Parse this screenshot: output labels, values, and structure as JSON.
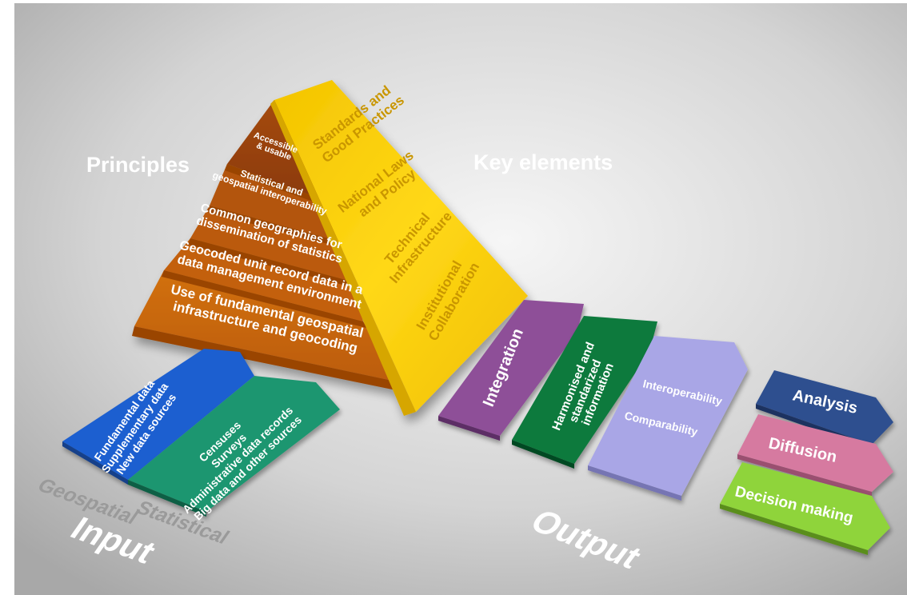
{
  "labels": {
    "principles": "Principles",
    "key_elements": "Key elements",
    "input": "Input",
    "output": "Output",
    "geospatial": "Geospatial",
    "statistical": "Statistical"
  },
  "principles": [
    {
      "lines": [
        "Accessible",
        "& usable"
      ]
    },
    {
      "lines": [
        "Statistical and",
        "geospatial interoperability"
      ]
    },
    {
      "lines": [
        "Common geographies for",
        "dissemination of statistics"
      ]
    },
    {
      "lines": [
        "Geocoded unit record data in a",
        "data management environment"
      ]
    },
    {
      "lines": [
        "Use of fundamental geospatial",
        "infrastructure and geocoding"
      ]
    }
  ],
  "key_elements": [
    {
      "lines": [
        "Standards and",
        "Good Practices"
      ]
    },
    {
      "lines": [
        "National Laws",
        "and Policy"
      ]
    },
    {
      "lines": [
        "Technical",
        "Infrastructure"
      ]
    },
    {
      "lines": [
        "Institutional",
        "Collaboration"
      ]
    }
  ],
  "input": {
    "geospatial": [
      "Fundamental data",
      "Supplementary data",
      "New data sources"
    ],
    "statistical": [
      "Censuses",
      "Surveys",
      "Administrative data records",
      "Big data and other sources"
    ]
  },
  "output": {
    "integration": "Integration",
    "harmonised": [
      "Harmonised and",
      "standarized",
      "information"
    ],
    "interoperability": "Interoperability",
    "comparability": "Comparability"
  },
  "results": [
    "Analysis",
    "Diffusion",
    "Decision making"
  ],
  "colors": {
    "pyramid_layer": "#c8660a",
    "pyramid_top": "#9b4710",
    "key_face": "#f5c800",
    "geospatial_block": "#1d5fd0",
    "statistical_block": "#1e9670",
    "integration": "#8e4f98",
    "harmonised": "#0a7a3c",
    "interop": "#a9a6e6",
    "analysis": "#2f4f8f",
    "diffusion": "#d67aa0",
    "decision": "#8fd43a"
  }
}
